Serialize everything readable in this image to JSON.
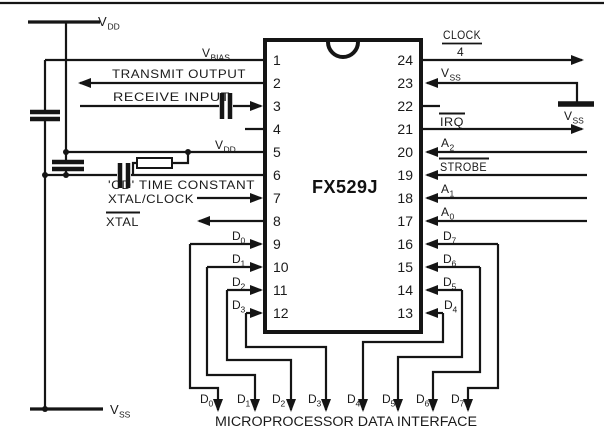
{
  "chip": {
    "part_number": "FX529J",
    "left_pins": [
      "1",
      "2",
      "3",
      "4",
      "5",
      "6",
      "7",
      "8",
      "9",
      "10",
      "11",
      "12"
    ],
    "right_pins": [
      "24",
      "23",
      "22",
      "21",
      "20",
      "19",
      "18",
      "17",
      "16",
      "15",
      "14",
      "13"
    ]
  },
  "power": {
    "vdd_top": {
      "base": "V",
      "sub": "DD"
    },
    "vss_bottom": {
      "base": "V",
      "sub": "SS"
    },
    "vbias": {
      "base": "V",
      "sub": "BIAS"
    },
    "vdd_pin5": {
      "base": "V",
      "sub": "DD"
    },
    "vss_pin23": {
      "base": "V",
      "sub": "SS"
    },
    "vss_ground": {
      "base": "V",
      "sub": "SS"
    }
  },
  "left_signals": {
    "transmit_output": "TRANSMIT OUTPUT",
    "receive_input": "RECEIVE INPUT",
    "cd_time_constant": "'CD' TIME CONSTANT",
    "xtal_clock": "XTAL/CLOCK",
    "xtal_bar": "XTAL"
  },
  "right_signals": {
    "clock_div_numerator": "CLOCK",
    "clock_div_denominator": "4",
    "irq_bar": "IRQ",
    "strobe_bar": "STROBE",
    "a2": {
      "base": "A",
      "sub": "2"
    },
    "a1": {
      "base": "A",
      "sub": "1"
    },
    "a0": {
      "base": "A",
      "sub": "0"
    }
  },
  "data_bus": [
    {
      "base": "D",
      "sub": "0"
    },
    {
      "base": "D",
      "sub": "1"
    },
    {
      "base": "D",
      "sub": "2"
    },
    {
      "base": "D",
      "sub": "3"
    },
    {
      "base": "D",
      "sub": "4"
    },
    {
      "base": "D",
      "sub": "5"
    },
    {
      "base": "D",
      "sub": "6"
    },
    {
      "base": "D",
      "sub": "7"
    }
  ],
  "caption": "MICROPROCESSOR DATA INTERFACE",
  "colors": {
    "line": "#151515",
    "background": "#ffffff"
  }
}
